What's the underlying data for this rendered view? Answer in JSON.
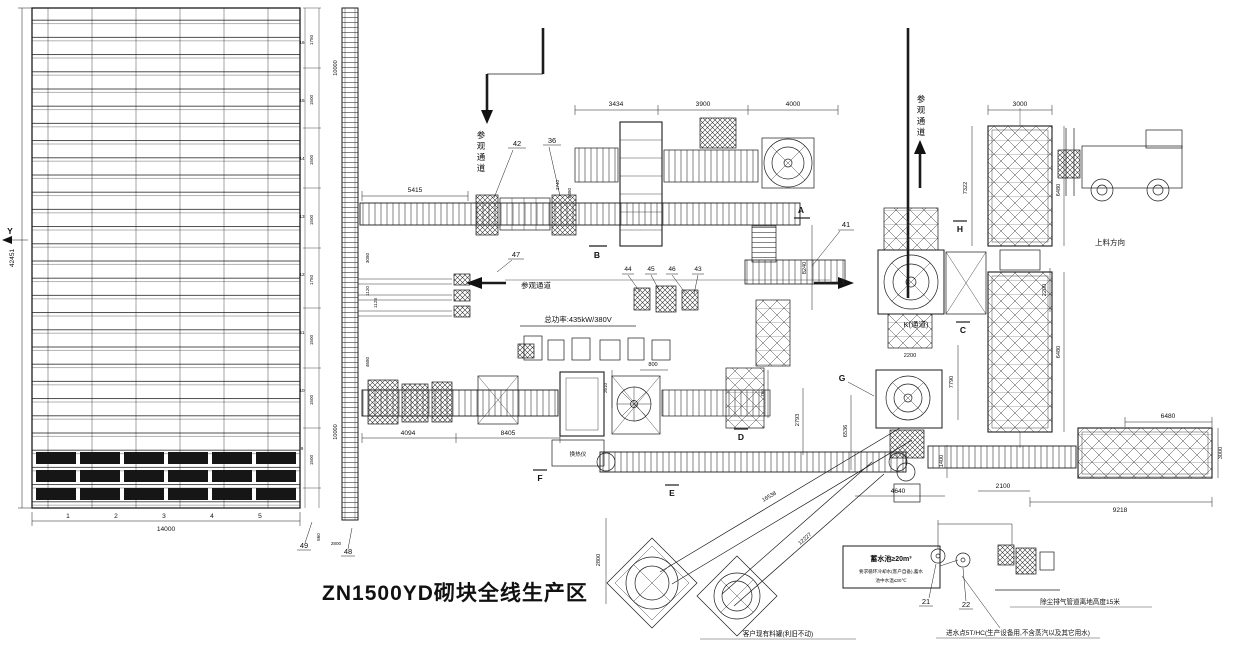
{
  "title": "ZN1500YD砌块全线生产区",
  "aisle": {
    "visit": "参观通道",
    "visit_chars": [
      "参",
      "观",
      "通",
      "道"
    ],
    "feed_direction": "上料方向",
    "k_passage": "K(通道)"
  },
  "power_note": "总功率:435kW/380V",
  "notes": {
    "pool_l1": "蓄水池≥20m³",
    "pool_l2": "要求循环冷却水(客户自备),蓄水",
    "pool_l3": "池中水温≤30℃",
    "existing_tank": "客户现有料罐(利旧不动)",
    "dust_duct": "除尘排气管道离地高度15米",
    "water_inlet": "进水点5T/HC(生产设备用,不含蒸汽以及其它用水)",
    "heat_exchanger": "换热仪"
  },
  "section_markers": {
    "y": "Y",
    "a": "A",
    "b": "B",
    "c": "C",
    "d": "D",
    "e": "E",
    "f": "F",
    "g": "G",
    "h": "H"
  },
  "item_numbers": {
    "n21": "21",
    "n22": "22",
    "n36": "36",
    "n41": "41",
    "n42": "42",
    "n43": "43",
    "n44": "44",
    "n45": "45",
    "n46": "46",
    "n47": "47",
    "n48": "48",
    "n49": "49"
  },
  "positions": [
    "1",
    "2",
    "3",
    "4",
    "5"
  ],
  "rack_rows": [
    "16",
    "15",
    "14",
    "13",
    "12",
    "11",
    "10",
    "9"
  ],
  "rack_pitch": [
    "1750",
    "1500",
    "1500",
    "1500",
    "1750",
    "1500",
    "1500",
    "1500"
  ],
  "dims": {
    "d42451": "42451",
    "d14000": "14000",
    "d860": "860",
    "d2800a": "2800",
    "d2800b": "2800",
    "d10000a": "10000",
    "d10000b": "10000",
    "d3080": "3080",
    "d1120": "1120",
    "d1128": "1128",
    "d4680": "4680",
    "d5415": "5415",
    "d3434": "3434",
    "d3900": "3900",
    "d4000": "4000",
    "d3740": "3740",
    "d6480a": "6480",
    "d6480b": "6480",
    "d6480c": "6480",
    "d6480d": "6480",
    "d8240": "8240",
    "d2610": "2610",
    "d800": "800",
    "d4094": "4094",
    "d8405": "8405",
    "d760": "760",
    "d2793": "2793",
    "d6536": "6536",
    "d7790": "7790",
    "d2200a": "2200",
    "d2200b": "2200",
    "d1400": "1400",
    "d4640": "4640",
    "d2100": "2100",
    "d9218": "9218",
    "d3000a": "3000",
    "d3000b": "3000",
    "d7322": "7322",
    "d16538": "16538",
    "d12227": "12227"
  }
}
